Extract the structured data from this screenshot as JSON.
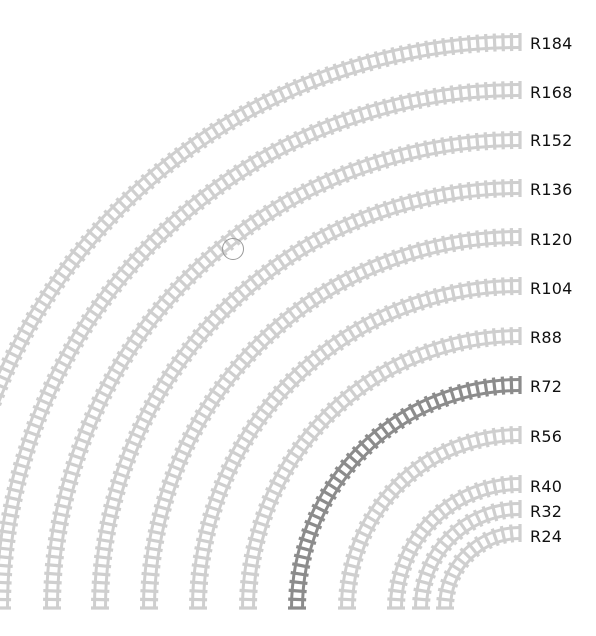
{
  "tracks": [
    {
      "id": "r184",
      "label": "R184",
      "radius": 184,
      "highlighted": false
    },
    {
      "id": "r168",
      "label": "R168",
      "radius": 168,
      "highlighted": false
    },
    {
      "id": "r152",
      "label": "R152",
      "radius": 152,
      "highlighted": false
    },
    {
      "id": "r136",
      "label": "R136",
      "radius": 136,
      "highlighted": false
    },
    {
      "id": "r120",
      "label": "R120",
      "radius": 120,
      "highlighted": false
    },
    {
      "id": "r104",
      "label": "R104",
      "radius": 104,
      "highlighted": false
    },
    {
      "id": "r88",
      "label": "R88",
      "radius": 88,
      "highlighted": false
    },
    {
      "id": "r72",
      "label": "R72",
      "radius": 72,
      "highlighted": true
    },
    {
      "id": "r56",
      "label": "R56",
      "radius": 56,
      "highlighted": false
    },
    {
      "id": "r40",
      "label": "R40",
      "radius": 40,
      "highlighted": false
    },
    {
      "id": "r32",
      "label": "R32",
      "radius": 32,
      "highlighted": false
    },
    {
      "id": "r24",
      "label": "R24",
      "radius": 24,
      "highlighted": false
    }
  ],
  "colors": {
    "track": "#cfcfcf",
    "track_highlighted": "#8c8c8c",
    "label": "#111111",
    "background": "#ffffff"
  }
}
